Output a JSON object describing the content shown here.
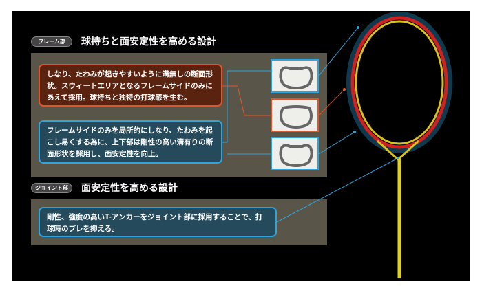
{
  "frame_section": {
    "tag": "フレーム部",
    "title": "球持ちと面安定性を高める設計",
    "orange_text": "しなり、たわみが起きやすいように溝無しの断面形状。スウィートエリアとなるフレームサイドのみにあえて採用。球持ちと独特の打球感を生む。",
    "blue_text": "フレームサイドのみを局所的にしなり、たわみを起こし易くする為に、上下部は剛性の高い溝有りの断面形状を採用し、面安定性を向上。"
  },
  "joint_section": {
    "tag": "ジョイント部",
    "title": "面安定性を高める設計",
    "blue_text": "剛性、強度の高いT-アンカーをジョイント部に採用することで、打球時のブレを抑える。"
  },
  "colors": {
    "orange": "#e0562a",
    "blue": "#2fa4dc",
    "panel": "#595548"
  }
}
